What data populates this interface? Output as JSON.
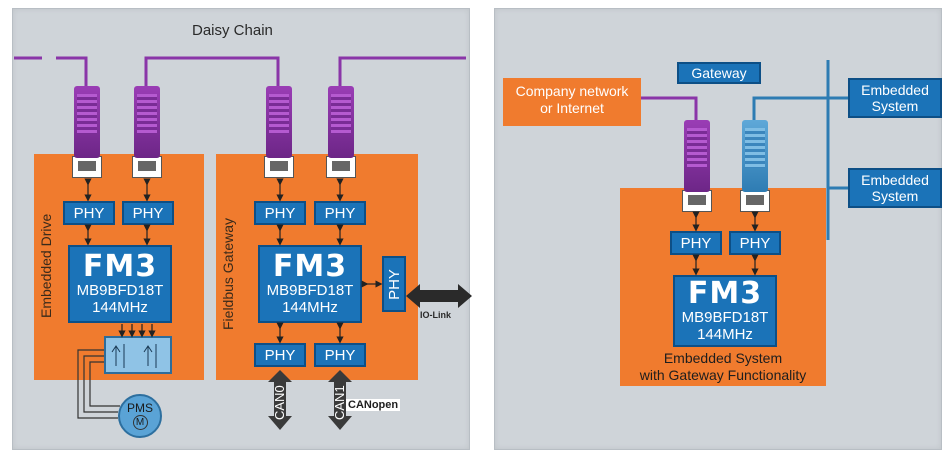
{
  "left": {
    "title": "Daisy Chain",
    "drive": {
      "label": "Embedded Drive",
      "phy1": "PHY",
      "phy2": "PHY",
      "mcu_logo": "FM3",
      "mcu_model": "MB9BFD18T",
      "mcu_freq": "144MHz",
      "motor": "PMS",
      "motor_symbol": "M"
    },
    "gateway": {
      "label": "Fieldbus Gateway",
      "phy1": "PHY",
      "phy2": "PHY",
      "phy_side": "PHY",
      "phy3": "PHY",
      "phy4": "PHY",
      "mcu_logo": "FM3",
      "mcu_model": "MB9BFD18T",
      "mcu_freq": "144MHz",
      "can0": "CAN0",
      "can1": "CAN1",
      "iolink": "IO-Link",
      "canopen": "CANopen"
    }
  },
  "right": {
    "gateway_label": "Gateway",
    "company_line1": "Company network",
    "company_line2": "or Internet",
    "embedded1_line1": "Embedded",
    "embedded1_line2": "System",
    "embedded2_line1": "Embedded",
    "embedded2_line2": "System",
    "phy1": "PHY",
    "phy2": "PHY",
    "mcu_logo": "FM3",
    "mcu_model": "MB9BFD18T",
    "mcu_freq": "144MHz",
    "caption_line1": "Embedded System",
    "caption_line2": "with Gateway Functionality"
  },
  "colors": {
    "panel": "#cfd4d9",
    "orange": "#f07b2e",
    "blue": "#1b73b8",
    "cable_purple": "#8a35a8",
    "cable_blue": "#2e7cb3"
  }
}
